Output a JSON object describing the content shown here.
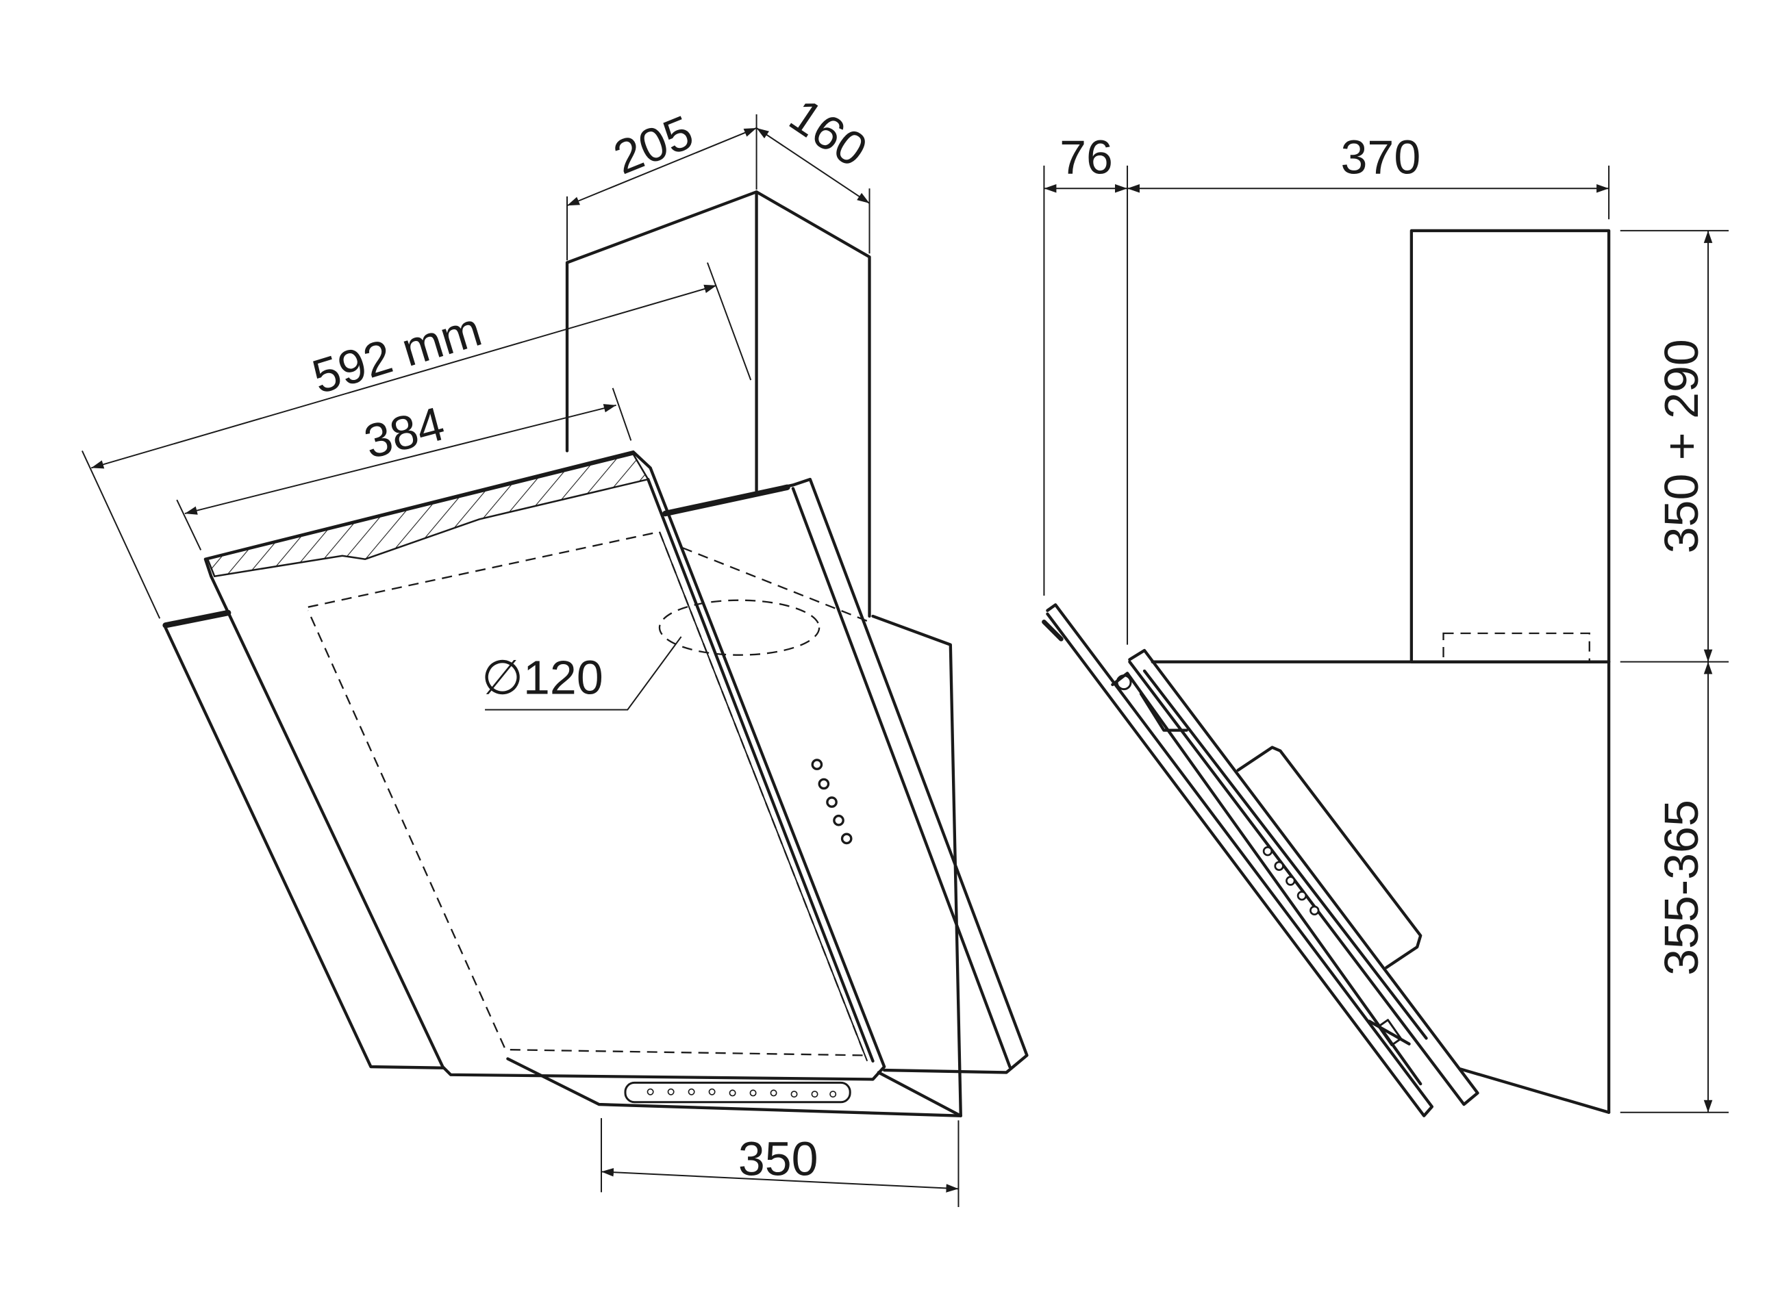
{
  "front_view": {
    "dim_chimney_width": "205",
    "dim_chimney_depth": "160",
    "dim_total_width": "592 mm",
    "dim_glass_width": "384",
    "dim_outlet": "∅120",
    "dim_bottom_depth": "350"
  },
  "side_view": {
    "dim_glass_offset": "76",
    "dim_depth": "370",
    "dim_chimney_height": "350 + 290",
    "dim_body_height": "355-365"
  }
}
